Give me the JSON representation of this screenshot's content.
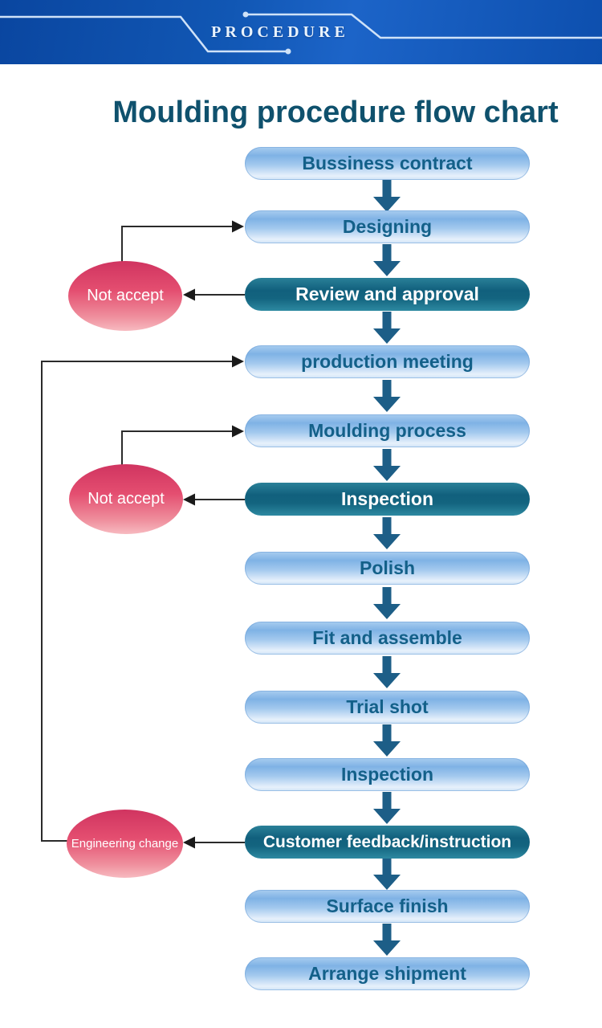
{
  "header": {
    "banner_label": "PROCEDURE"
  },
  "title": "Moulding procedure flow chart",
  "flowchart": {
    "boxes": [
      {
        "label": "Bussiness contract",
        "style": "light"
      },
      {
        "label": "Designing",
        "style": "light"
      },
      {
        "label": "Review and approval",
        "style": "dark"
      },
      {
        "label": "production meeting",
        "style": "light"
      },
      {
        "label": "Moulding process",
        "style": "light"
      },
      {
        "label": "Inspection",
        "style": "dark"
      },
      {
        "label": "Polish",
        "style": "light"
      },
      {
        "label": "Fit and assemble",
        "style": "light"
      },
      {
        "label": "Trial shot",
        "style": "light"
      },
      {
        "label": "Inspection",
        "style": "light"
      },
      {
        "label": "Customer feedback/instruction",
        "style": "dark"
      },
      {
        "label": "Surface finish",
        "style": "light"
      },
      {
        "label": "Arrange shipment",
        "style": "light"
      }
    ],
    "callouts": [
      {
        "label": "Not accept"
      },
      {
        "label": "Not accept"
      },
      {
        "label": "Engineering change"
      }
    ],
    "edges": [
      {
        "from": "Bussiness contract",
        "to": "Designing",
        "type": "forward"
      },
      {
        "from": "Designing",
        "to": "Review and approval",
        "type": "forward"
      },
      {
        "from": "Review and approval",
        "to": "production meeting",
        "type": "forward"
      },
      {
        "from": "Review and approval",
        "to": "Not accept",
        "type": "reject"
      },
      {
        "from": "Not accept",
        "to": "Designing",
        "type": "return"
      },
      {
        "from": "production meeting",
        "to": "Moulding process",
        "type": "forward"
      },
      {
        "from": "Moulding process",
        "to": "Inspection",
        "type": "forward"
      },
      {
        "from": "Inspection",
        "to": "Not accept",
        "type": "reject"
      },
      {
        "from": "Not accept",
        "to": "Moulding process",
        "type": "return"
      },
      {
        "from": "Inspection",
        "to": "Polish",
        "type": "forward"
      },
      {
        "from": "Polish",
        "to": "Fit and assemble",
        "type": "forward"
      },
      {
        "from": "Fit and assemble",
        "to": "Trial shot",
        "type": "forward"
      },
      {
        "from": "Trial shot",
        "to": "Inspection",
        "type": "forward"
      },
      {
        "from": "Inspection",
        "to": "Customer feedback/instruction",
        "type": "forward"
      },
      {
        "from": "Customer feedback/instruction",
        "to": "Engineering change",
        "type": "reject"
      },
      {
        "from": "Engineering change",
        "to": "production meeting",
        "type": "return"
      },
      {
        "from": "Customer feedback/instruction",
        "to": "Surface finish",
        "type": "forward"
      },
      {
        "from": "Surface finish",
        "to": "Arrange shipment",
        "type": "forward"
      }
    ]
  },
  "colors": {
    "banner_blue": "#1157b4",
    "banner_line": "#cfe2f8",
    "title_text": "#0f516d",
    "light_box_text": "#136089",
    "light_box_top": "#7fb2e5",
    "light_box_bottom": "#e7f1fb",
    "dark_box": "#11607d",
    "down_arrow": "#1d5e87",
    "callout_top": "#d03460",
    "callout_bottom": "#f7bac0",
    "connector": "#2b2b2b"
  }
}
